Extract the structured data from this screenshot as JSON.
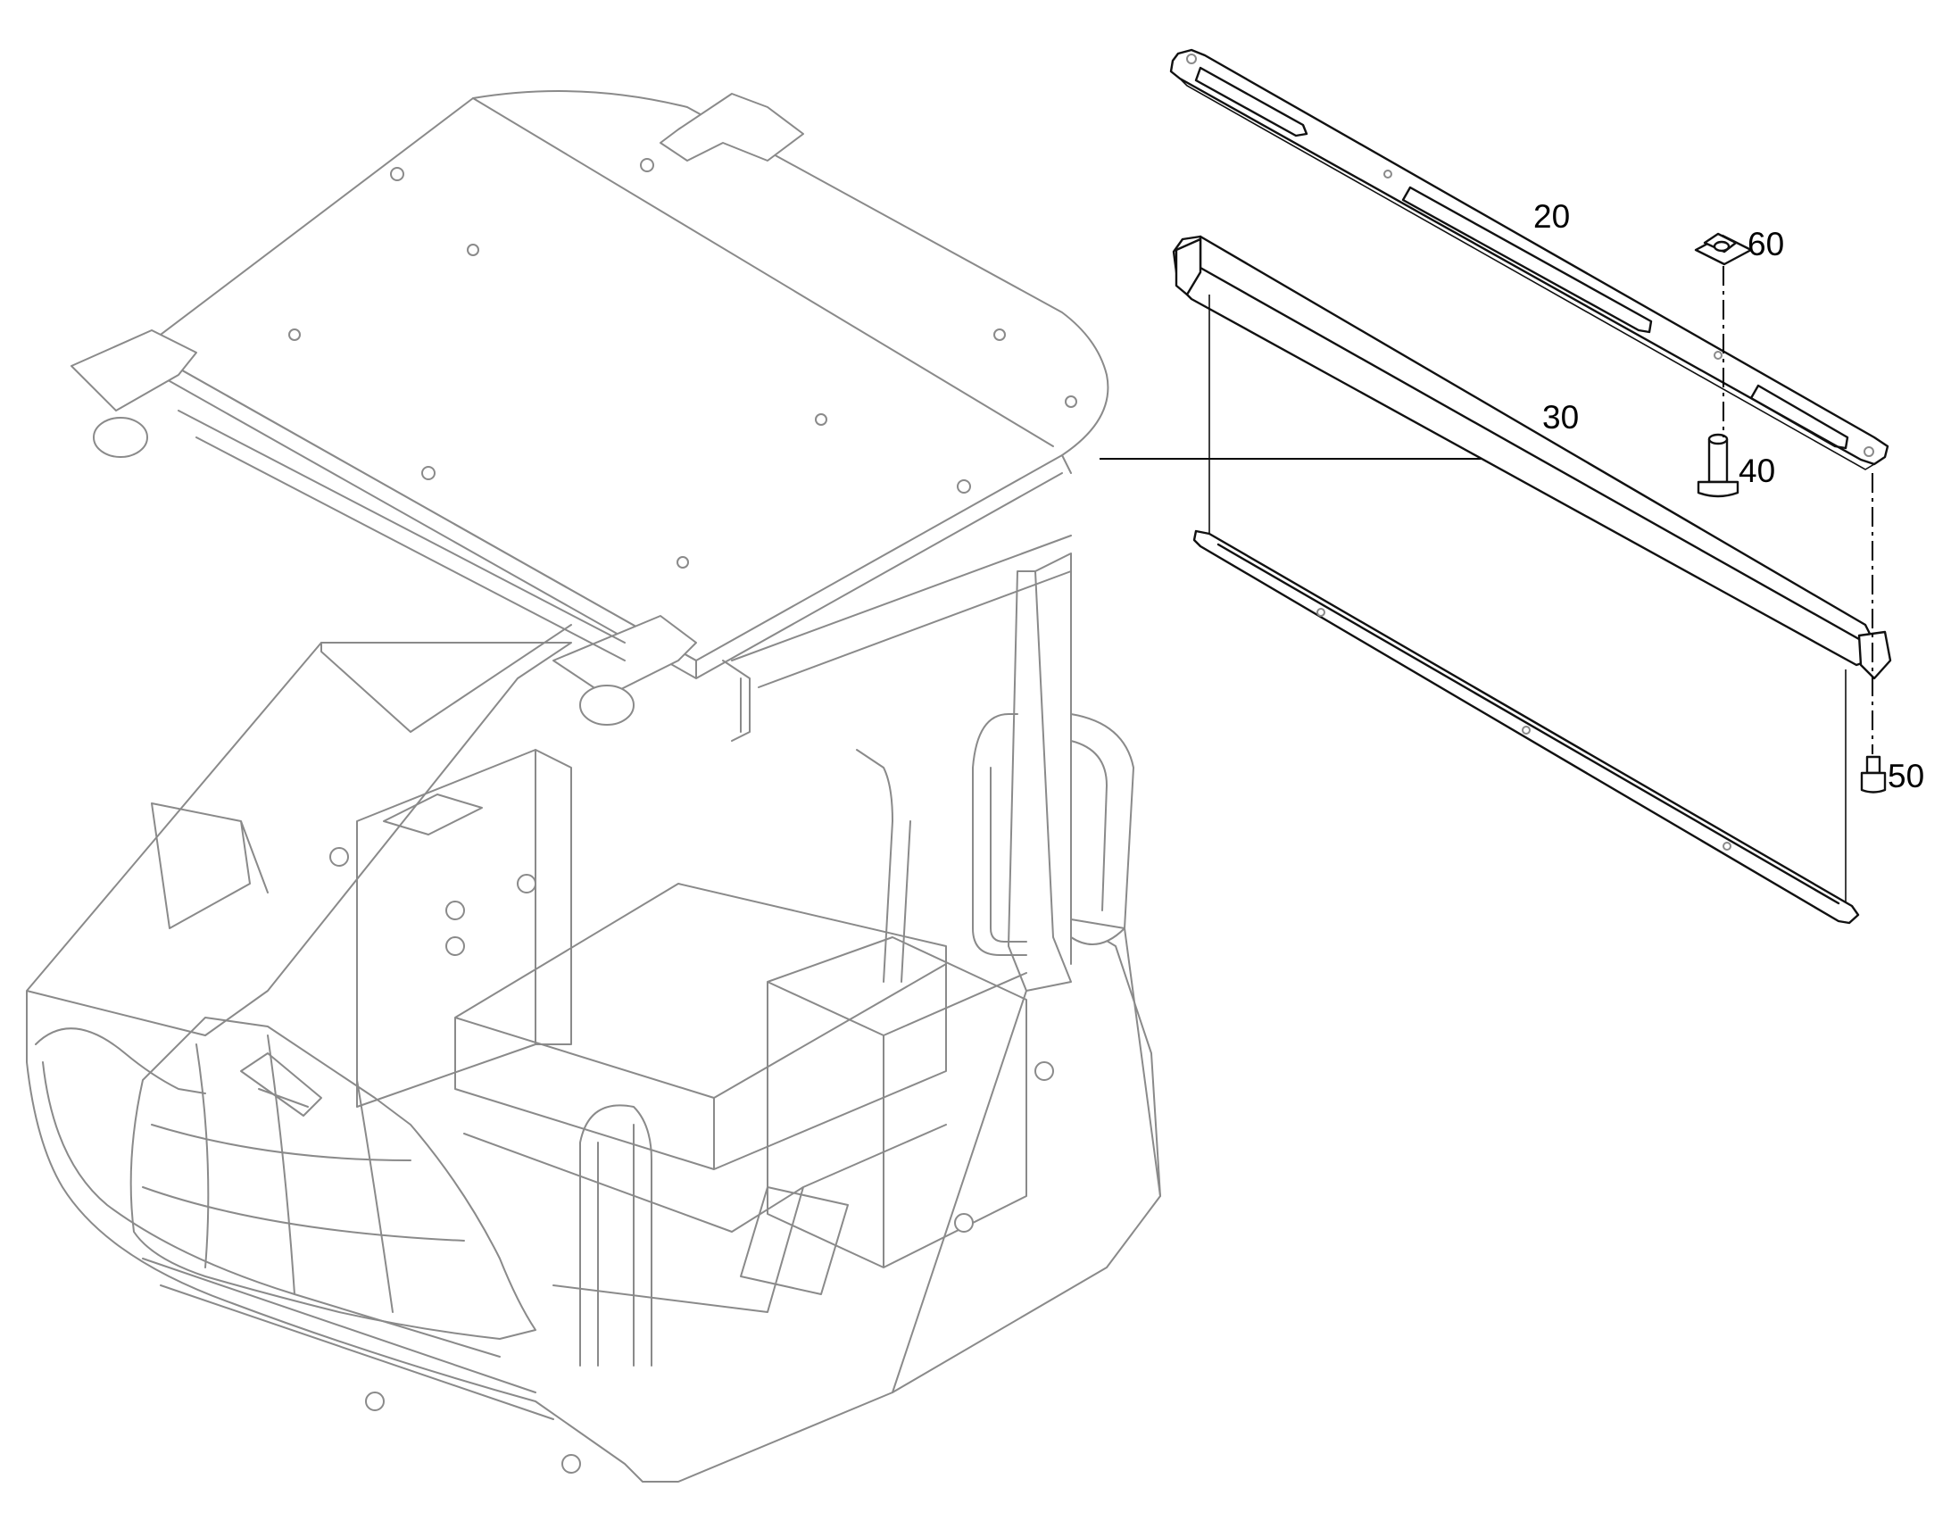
{
  "callouts": {
    "c20": "20",
    "c30": "30",
    "c40": "40",
    "c50": "50",
    "c60": "60"
  },
  "colors": {
    "background": "#ffffff",
    "assembly_context": "#8a8a8a",
    "highlighted_parts": "#111111"
  }
}
